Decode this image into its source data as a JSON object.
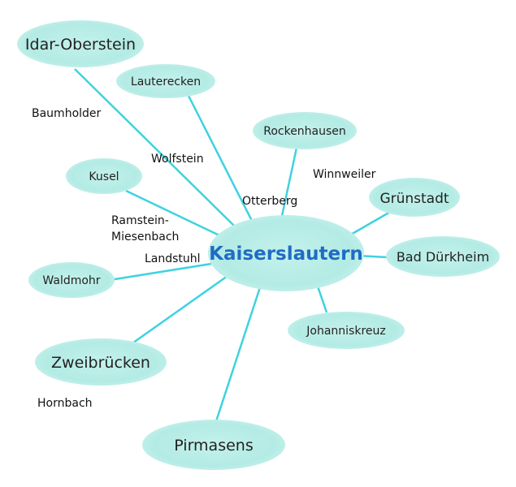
{
  "center": {
    "label": "Kaiserslautern",
    "color": "#1f6cc4"
  },
  "colors": {
    "bubble_fill": "#b6ece6",
    "bubble_edge": "#d8f6f2",
    "connector": "#3fd2e0"
  },
  "nodes": [
    {
      "id": "idar-oberstein",
      "label": "Idar-Oberstein"
    },
    {
      "id": "lauterecken",
      "label": "Lauterecken"
    },
    {
      "id": "rockenhausen",
      "label": "Rockenhausen"
    },
    {
      "id": "kusel",
      "label": "Kusel"
    },
    {
      "id": "gruenstadt",
      "label": "Grünstadt"
    },
    {
      "id": "bad-duerkheim",
      "label": "Bad Dürkheim"
    },
    {
      "id": "waldmohr",
      "label": "Waldmohr"
    },
    {
      "id": "johanniskreuz",
      "label": "Johanniskreuz"
    },
    {
      "id": "zweibruecken",
      "label": "Zweibrücken"
    },
    {
      "id": "pirmasens",
      "label": "Pirmasens"
    }
  ],
  "labels": [
    {
      "id": "baumholder",
      "text": "Baumholder"
    },
    {
      "id": "wolfstein",
      "text": "Wolfstein"
    },
    {
      "id": "winnweiler",
      "text": "Winnweiler"
    },
    {
      "id": "otterberg",
      "text": "Otterberg"
    },
    {
      "id": "ramstein-1",
      "text": "Ramstein-"
    },
    {
      "id": "ramstein-2",
      "text": "Miesenbach"
    },
    {
      "id": "landstuhl",
      "text": "Landstuhl"
    },
    {
      "id": "hornbach",
      "text": "Hornbach"
    }
  ]
}
